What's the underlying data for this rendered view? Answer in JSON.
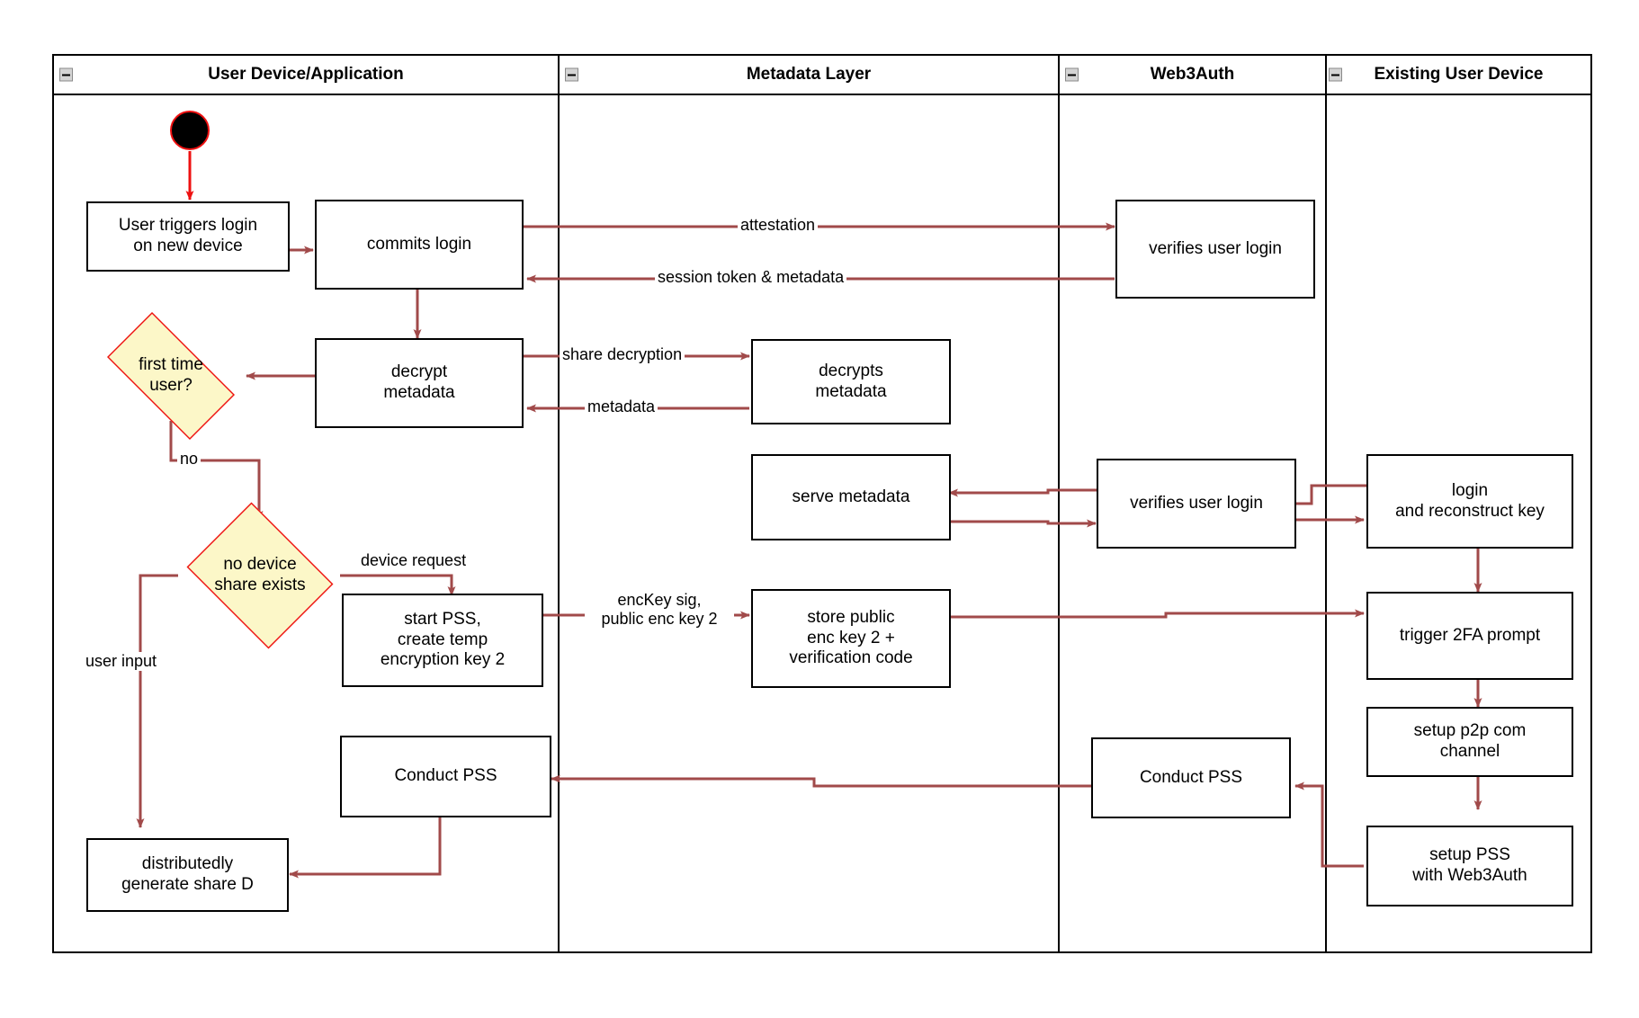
{
  "diagram": {
    "title": "Web3Auth new-device login swimlane activity diagram",
    "accent_red": "#ee1111",
    "diamond_fill": "#fcf7c8",
    "arrow_color": "#a14a4a",
    "node_border": "#000000"
  },
  "lanes": [
    {
      "id": "user-device-application",
      "label": "User Device/Application",
      "collapse_icon": "collapse-minus-icon"
    },
    {
      "id": "metadata-layer",
      "label": "Metadata Layer",
      "collapse_icon": "collapse-minus-icon"
    },
    {
      "id": "web3auth",
      "label": "Web3Auth",
      "collapse_icon": "collapse-minus-icon"
    },
    {
      "id": "existing-user-device",
      "label": "Existing User Device",
      "collapse_icon": "collapse-minus-icon"
    }
  ],
  "nodes": {
    "start": {
      "name": "start-node",
      "label": ""
    },
    "user_triggers_login": {
      "label": "User triggers login\non new device"
    },
    "commits_login": {
      "label": "commits login"
    },
    "decrypt_metadata": {
      "label": "decrypt\nmetadata"
    },
    "first_time_user": {
      "label": "first time\nuser?"
    },
    "no_device_share_exists": {
      "label": "no device\nshare exists"
    },
    "start_pss_create_temp_key": {
      "label": "start PSS,\ncreate temp\nencryption key 2"
    },
    "conduct_pss_user": {
      "label": "Conduct PSS"
    },
    "distributedly_generate_share_d": {
      "label": "distributedly\ngenerate share D"
    },
    "decrypts_metadata": {
      "label": "decrypts\nmetadata"
    },
    "serve_metadata": {
      "label": "serve metadata"
    },
    "store_public_enc_key_2": {
      "label": "store public\nenc key 2 +\nverification code"
    },
    "verifies_user_login_top": {
      "label": "verifies user login"
    },
    "verifies_user_login_mid": {
      "label": "verifies user login"
    },
    "conduct_pss_web3auth": {
      "label": "Conduct PSS"
    },
    "login_and_reconstruct_key": {
      "label": "login\nand reconstruct key"
    },
    "trigger_2fa_prompt": {
      "label": "trigger 2FA prompt"
    },
    "setup_p2p_com_channel": {
      "label": "setup p2p com\nchannel"
    },
    "setup_pss_with_web3auth": {
      "label": "setup PSS\nwith Web3Auth"
    }
  },
  "edge_labels": {
    "attestation": "attestation",
    "session_token_metadata": "session token & metadata",
    "share_decryption": "share decryption",
    "metadata": "metadata",
    "no": "no",
    "device_request": "device request",
    "user_input": "user input",
    "enckey_sig_public_enc_key_2": "encKey sig,\npublic enc key 2"
  }
}
